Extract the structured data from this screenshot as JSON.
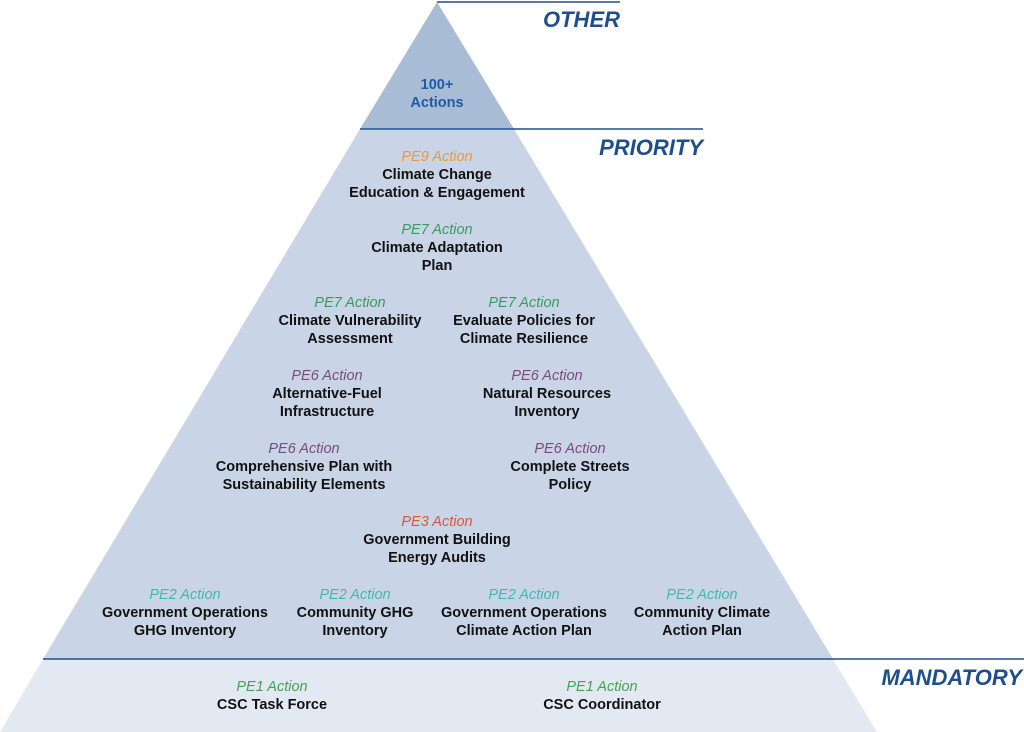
{
  "colors": {
    "tier_other": "#a9bcd6",
    "tier_priority": "#c9d5e6",
    "tier_mandatory": "#e3e9f2",
    "divider": "#1f4e8c",
    "label": "#1f4e8c",
    "pe9": "#f0953a",
    "pe7": "#3a9a5e",
    "pe6": "#7b4a7e",
    "pe3": "#d9573b",
    "pe2": "#3fb8b2",
    "pe1": "#43a34e"
  },
  "tiers": {
    "other": {
      "label": "OTHER",
      "count_line1": "100+",
      "count_line2": "Actions"
    },
    "priority": {
      "label": "PRIORITY"
    },
    "mandatory": {
      "label": "MANDATORY"
    }
  },
  "actions": [
    {
      "code": "PE9 Action",
      "title1": "Climate Change",
      "title2": "Education & Engagement",
      "color_key": "pe9"
    },
    {
      "code": "PE7 Action",
      "title1": "Climate Adaptation",
      "title2": "Plan",
      "color_key": "pe7"
    },
    {
      "code": "PE7 Action",
      "title1": "Climate Vulnerability",
      "title2": "Assessment",
      "color_key": "pe7"
    },
    {
      "code": "PE7 Action",
      "title1": "Evaluate Policies for",
      "title2": "Climate Resilience",
      "color_key": "pe7"
    },
    {
      "code": "PE6 Action",
      "title1": "Alternative-Fuel",
      "title2": "Infrastructure",
      "color_key": "pe6"
    },
    {
      "code": "PE6 Action",
      "title1": "Natural Resources",
      "title2": "Inventory",
      "color_key": "pe6"
    },
    {
      "code": "PE6 Action",
      "title1": "Comprehensive Plan with",
      "title2": "Sustainability Elements",
      "color_key": "pe6"
    },
    {
      "code": "PE6 Action",
      "title1": "Complete Streets",
      "title2": "Policy",
      "color_key": "pe6"
    },
    {
      "code": "PE3 Action",
      "title1": "Government Building",
      "title2": "Energy Audits",
      "color_key": "pe3"
    },
    {
      "code": "PE2 Action",
      "title1": "Government Operations",
      "title2": "GHG Inventory",
      "color_key": "pe2"
    },
    {
      "code": "PE2 Action",
      "title1": "Community GHG",
      "title2": "Inventory",
      "color_key": "pe2"
    },
    {
      "code": "PE2 Action",
      "title1": "Government Operations",
      "title2": "Climate Action Plan",
      "color_key": "pe2"
    },
    {
      "code": "PE2 Action",
      "title1": "Community Climate",
      "title2": "Action Plan",
      "color_key": "pe2"
    },
    {
      "code": "PE1 Action",
      "title1": "CSC Task Force",
      "title2": "",
      "color_key": "pe1"
    },
    {
      "code": "PE1 Action",
      "title1": "CSC Coordinator",
      "title2": "",
      "color_key": "pe1"
    }
  ]
}
